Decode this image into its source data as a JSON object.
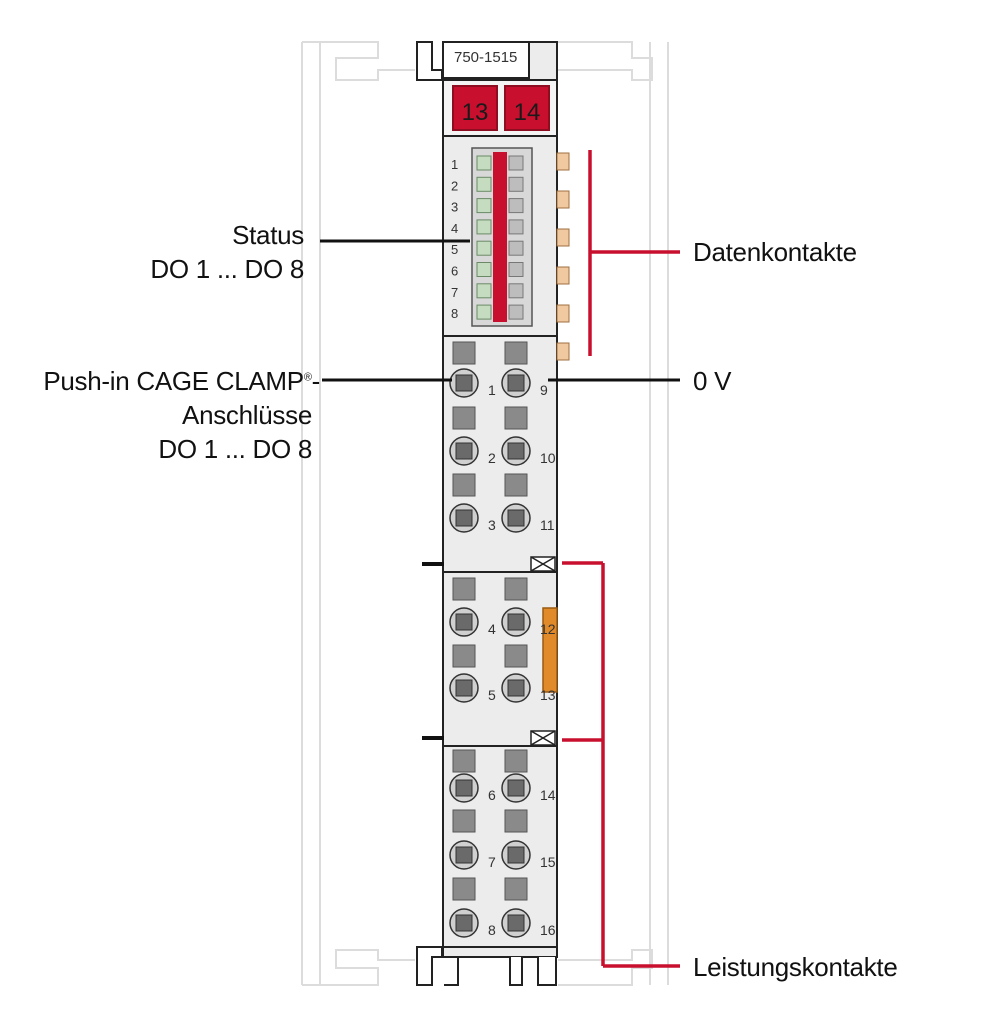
{
  "module": {
    "part_number": "750-1515",
    "marker_left": "13",
    "marker_right": "14",
    "led_numbers": [
      "1",
      "2",
      "3",
      "4",
      "5",
      "6",
      "7",
      "8"
    ],
    "terminal_numbers": [
      "1",
      "2",
      "3",
      "4",
      "5",
      "6",
      "7",
      "8",
      "9",
      "10",
      "11",
      "12",
      "13",
      "14",
      "15",
      "16"
    ]
  },
  "callouts": {
    "status_line1": "Status",
    "status_line2": "DO 1 ... DO 8",
    "pushin_line1": "Push-in CAGE CLAMP",
    "pushin_reg": "®",
    "pushin_dash": "-",
    "pushin_line2": "Anschlüsse",
    "pushin_line3": "DO 1 ... DO 8",
    "datenkontakte": "Datenkontakte",
    "zero_v": "0 V",
    "leistungskontakte": "Leistungskontakte"
  },
  "colors": {
    "accent_red": "#c8102e",
    "module_grey": "#ececec",
    "led_green": "#c5dcc0",
    "contact_orange": "#e08a2a",
    "data_contact": "#f0c9a0"
  }
}
